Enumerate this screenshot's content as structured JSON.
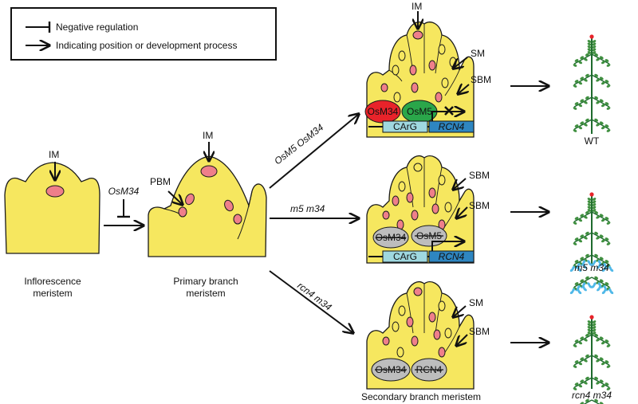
{
  "legend": {
    "negative": "Negative regulation",
    "positive": "Indicating position or development process"
  },
  "stages": {
    "inflorescence": {
      "im": "IM",
      "caption_line1": "Inflorescence",
      "caption_line2": "meristem"
    },
    "primary": {
      "im": "IM",
      "pbm": "PBM",
      "caption_line1": "Primary branch",
      "caption_line2": "meristem"
    },
    "secondary_caption": "Secondary branch meristem"
  },
  "regulator": "OsM34",
  "paths": {
    "wt": {
      "arrow_label": "OsM5 OsM34",
      "im": "IM",
      "sm": "SM",
      "sbm": "SBM",
      "protein_a": "OsM34",
      "protein_b": "OsM5",
      "box_carg": "CArG",
      "box_gene": "RCN4",
      "outcome": "WT"
    },
    "m5m34": {
      "arrow_label": "m5 m34",
      "sbm_top": "SBM",
      "sbm": "SBM",
      "protein_a": "OsM34",
      "protein_b": "OsM5",
      "box_carg": "CArG",
      "box_gene": "RCN4",
      "outcome": "m5 m34"
    },
    "rcn4m34": {
      "arrow_label": "rcn4 m34",
      "sm": "SM",
      "sbm": "SBM",
      "protein_a": "OsM34",
      "protein_b": "RCN4",
      "outcome": "rcn4 m34"
    }
  },
  "colors": {
    "tissue": "#f6e75f",
    "cell": "#ef7f8a",
    "osm34": "#e8232a",
    "osm5": "#2aa64a",
    "mutant": "#bdbdbd",
    "carg": "#9fd8e0",
    "rcn4": "#2e86c1",
    "branch": "#1e6b2e",
    "spikelet": "#3f8f3f",
    "extra_spikelet": "#4fb8e8",
    "tip": "#e8232a"
  }
}
